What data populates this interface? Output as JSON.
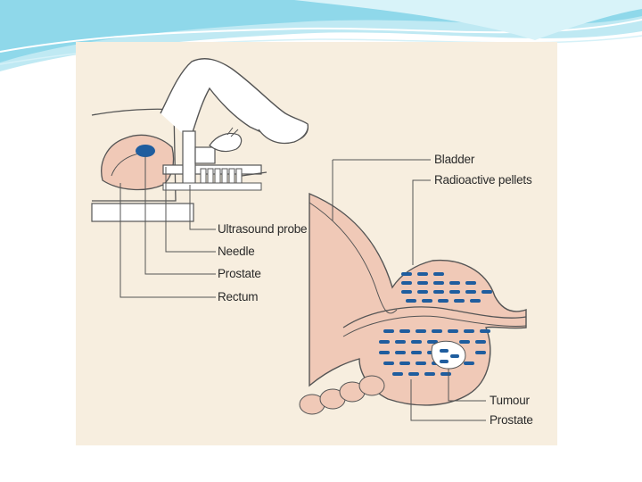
{
  "diagram": {
    "labels_left": [
      "Ultrasound probe",
      "Needle",
      "Prostate",
      "Rectum"
    ],
    "labels_right_top": [
      "Bladder",
      "Radioactive pellets"
    ],
    "labels_right_bottom": [
      "Tumour",
      "Prostate"
    ]
  },
  "colors": {
    "panel_bg": "#f7eedf",
    "tissue": "#f0c9b7",
    "pellet": "#1f5d9e",
    "line": "#555555",
    "wave_teal": "#7fd3e6"
  }
}
